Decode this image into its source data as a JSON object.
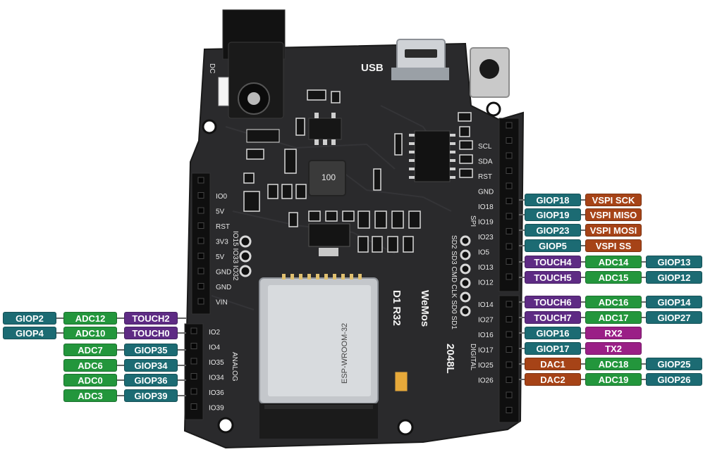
{
  "board": {
    "usb_label": "USB",
    "dc_label": "DC",
    "inductor_label": "100",
    "title": "D1  R32",
    "brand": "WeMos",
    "module_name": "ESP-WROOM-32",
    "serial_code": "2048L",
    "header_left_power": [
      "IO0",
      "5V",
      "RST",
      "3V3",
      "5V",
      "GND",
      "GND",
      "VIN"
    ],
    "header_left_analog": [
      "IO2",
      "IO4",
      "IO35",
      "IO34",
      "IO36",
      "IO39"
    ],
    "header_right_top": [
      "SCL",
      "SDA",
      "RST",
      "GND",
      "IO18",
      "IO19",
      "IO23",
      "IO5",
      "IO13",
      "IO12"
    ],
    "header_right_bottom": [
      "IO14",
      "IO27",
      "IO16",
      "IO17",
      "IO25",
      "IO26"
    ],
    "side_label_analog": "ANALOG",
    "side_label_digital": "DIGITAL",
    "side_label_spi": "SPI",
    "center_pins": "IO15 IO33 IO32",
    "flash_pins": "SD2 SD3 CMD CLK SD0 SD1"
  },
  "left_pins": [
    [
      {
        "t": "GIOP2",
        "c": "gpio"
      },
      {
        "t": "ADC12",
        "c": "adc"
      },
      {
        "t": "TOUCH2",
        "c": "touch"
      }
    ],
    [
      {
        "t": "GIOP4",
        "c": "gpio"
      },
      {
        "t": "ADC10",
        "c": "adc"
      },
      {
        "t": "TOUCH0",
        "c": "touch"
      }
    ],
    [
      {
        "t": "ADC7",
        "c": "adc"
      },
      {
        "t": "GIOP35",
        "c": "gpio"
      }
    ],
    [
      {
        "t": "ADC6",
        "c": "adc"
      },
      {
        "t": "GIOP34",
        "c": "gpio"
      }
    ],
    [
      {
        "t": "ADC0",
        "c": "adc"
      },
      {
        "t": "GIOP36",
        "c": "gpio"
      }
    ],
    [
      {
        "t": "ADC3",
        "c": "adc"
      },
      {
        "t": "GIOP39",
        "c": "gpio"
      }
    ]
  ],
  "right_pins": [
    [
      {
        "t": "GIOP18",
        "c": "gpio"
      },
      {
        "t": "VSPI SCK",
        "c": "spi"
      }
    ],
    [
      {
        "t": "GIOP19",
        "c": "gpio"
      },
      {
        "t": "VSPI MISO",
        "c": "spi"
      }
    ],
    [
      {
        "t": "GIOP23",
        "c": "gpio"
      },
      {
        "t": "VSPI MOSI",
        "c": "spi"
      }
    ],
    [
      {
        "t": "GIOP5",
        "c": "gpio"
      },
      {
        "t": "VSPI SS",
        "c": "spi"
      }
    ],
    [
      {
        "t": "TOUCH4",
        "c": "touch"
      },
      {
        "t": "ADC14",
        "c": "adc"
      },
      {
        "t": "GIOP13",
        "c": "gpio"
      }
    ],
    [
      {
        "t": "TOUCH5",
        "c": "touch"
      },
      {
        "t": "ADC15",
        "c": "adc"
      },
      {
        "t": "GIOP12",
        "c": "gpio"
      }
    ],
    [
      {
        "t": "TOUCH6",
        "c": "touch"
      },
      {
        "t": "ADC16",
        "c": "adc"
      },
      {
        "t": "GIOP14",
        "c": "gpio"
      }
    ],
    [
      {
        "t": "TOUCH7",
        "c": "touch"
      },
      {
        "t": "ADC17",
        "c": "adc"
      },
      {
        "t": "GIOP27",
        "c": "gpio"
      }
    ],
    [
      {
        "t": "GIOP16",
        "c": "gpio"
      },
      {
        "t": "RX2",
        "c": "uart"
      }
    ],
    [
      {
        "t": "GIOP17",
        "c": "gpio"
      },
      {
        "t": "TX2",
        "c": "uart"
      }
    ],
    [
      {
        "t": "DAC1",
        "c": "dac"
      },
      {
        "t": "ADC18",
        "c": "adc"
      },
      {
        "t": "GIOP25",
        "c": "gpio"
      }
    ],
    [
      {
        "t": "DAC2",
        "c": "dac"
      },
      {
        "t": "ADC19",
        "c": "adc"
      },
      {
        "t": "GIOP26",
        "c": "gpio"
      }
    ]
  ],
  "colors": {
    "gpio": "#1c6b73",
    "adc": "#23963c",
    "touch": "#5e2b84",
    "spi": "#a64317",
    "uart": "#9a1f86",
    "dac": "#a64317",
    "pcb": "#2a2a2c"
  }
}
